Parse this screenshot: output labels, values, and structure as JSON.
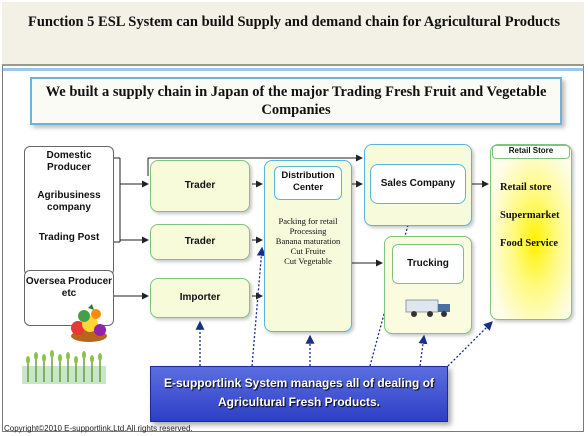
{
  "header": {
    "title": "Function 5   ESL System can build Supply and demand chain for Agricultural  Products"
  },
  "subtitle": "We built a supply chain in Japan of the major Trading Fresh Fruit and Vegetable Companies",
  "sources": {
    "domestic": "Domestic Producer",
    "agribusiness": "Agribusiness company",
    "trading_post": "Trading Post",
    "oversea": "Oversea Producer etc"
  },
  "nodes": {
    "trader_1": "Trader",
    "trader_2": "Trader",
    "importer": "Importer",
    "distribution_title": "Distribution Center",
    "distribution_details": [
      "Packing for retail",
      "Processing",
      "Banana maturation",
      "Cut Fruite",
      "Cut Vegetable"
    ],
    "sales_company": "Sales Company",
    "trucking": "Trucking",
    "retail_title": "Retail Store",
    "retail_items": [
      "Retail store",
      "Supermarket",
      "Food Service"
    ]
  },
  "banner": {
    "line1": "E-supportlink System manages all of dealing of",
    "line2": "Agricultural Fresh Products."
  },
  "copyright": "Copyright©2010 E-supportlink,Ltd.All rights reserved.",
  "colors": {
    "header_bg": "#f3f0e6",
    "box_green": "#7ec47e",
    "box_blue": "#56b6e0",
    "banner": "#3b4fd0",
    "retail_glow": "#fff200"
  },
  "icons": [
    "fruit-basket-icon",
    "grain-field-icon",
    "truck-icon"
  ]
}
